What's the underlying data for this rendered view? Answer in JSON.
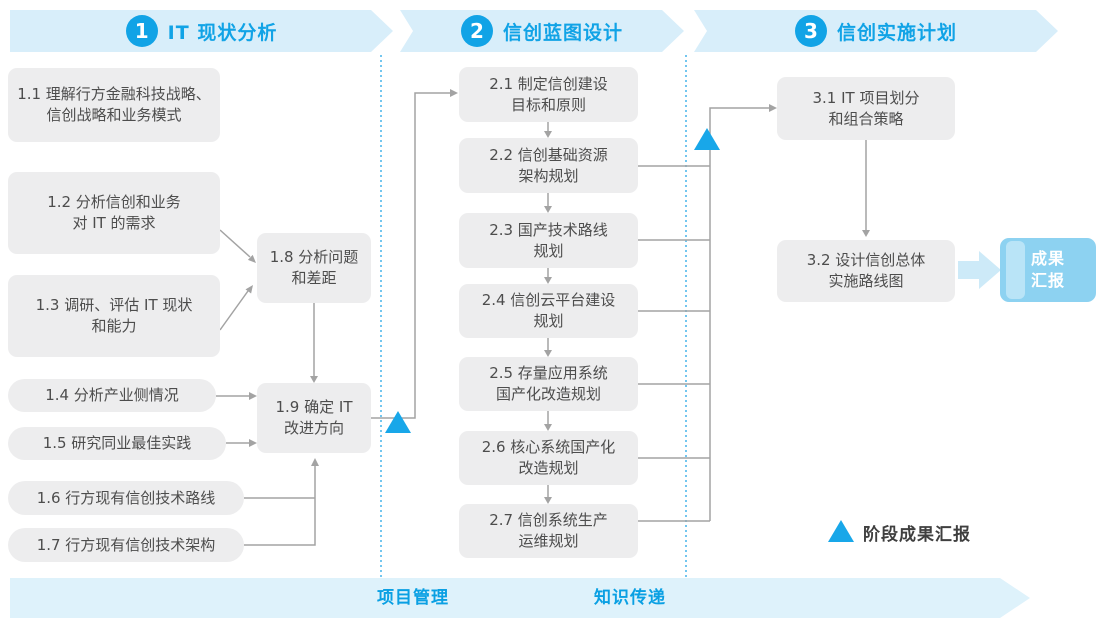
{
  "phases": [
    {
      "number": "1",
      "title": "IT 现状分析"
    },
    {
      "number": "2",
      "title": "信创蓝图设计"
    },
    {
      "number": "3",
      "title": "信创实施计划"
    }
  ],
  "phase1": {
    "items": [
      "1.1 理解行方金融科技战略、\n信创战略和业务模式",
      "1.2 分析信创和业务\n对 IT 的需求",
      "1.3 调研、评估 IT 现状\n和能力",
      "1.4 分析产业侧情况",
      "1.5 研究同业最佳实践",
      "1.6 行方现有信创技术路线",
      "1.7 行方现有信创技术架构",
      "1.8 分析问题\n和差距",
      "1.9 确定 IT\n改进方向"
    ]
  },
  "phase2": {
    "items": [
      "2.1 制定信创建设\n目标和原则",
      "2.2 信创基础资源\n架构规划",
      "2.3 国产技术路线\n规划",
      "2.4 信创云平台建设\n规划",
      "2.5 存量应用系统\n国产化改造规划",
      "2.6 核心系统国产化\n改造规划",
      "2.7 信创系统生产\n运维规划"
    ]
  },
  "phase3": {
    "items": [
      "3.1 IT 项目划分\n和组合策略",
      "3.2 设计信创总体\n实施路线图"
    ]
  },
  "result_label": "成果\n汇报",
  "legend_label": "阶段成果汇报",
  "footer": {
    "project_management": "项目管理",
    "knowledge_transfer": "知识传递"
  },
  "colors": {
    "accent_blue": "#11a3e6",
    "banner_bg": "#d8eefa",
    "box_bg": "#ededee",
    "box_text": "#4d4d4d",
    "connector": "#a3a3a3",
    "triangle": "#18a7e9",
    "result_bg": "#8dd2f1",
    "thick_arrow": "#cdeaf8",
    "footer_bg": "#def2fb"
  }
}
